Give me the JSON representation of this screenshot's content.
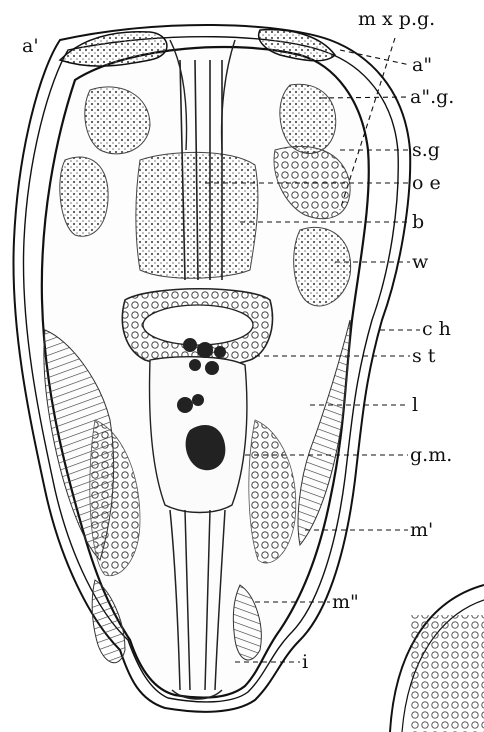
{
  "labels": {
    "a_prime": "a'",
    "mxpg": "m x p.g.",
    "a_dprime": "a\"",
    "a_dprime_g": "a\".g.",
    "sg": "s.g",
    "oe": "o e",
    "b": "b",
    "w": "w",
    "ch": "c h",
    "st": "s t",
    "l": "l",
    "gm": "g.m.",
    "m_prime": "m'",
    "m_dprime": "m\"",
    "i": "i"
  },
  "colors": {
    "ink": "#111111",
    "paper": "#ffffff",
    "stipple": "#6b6b6b"
  }
}
